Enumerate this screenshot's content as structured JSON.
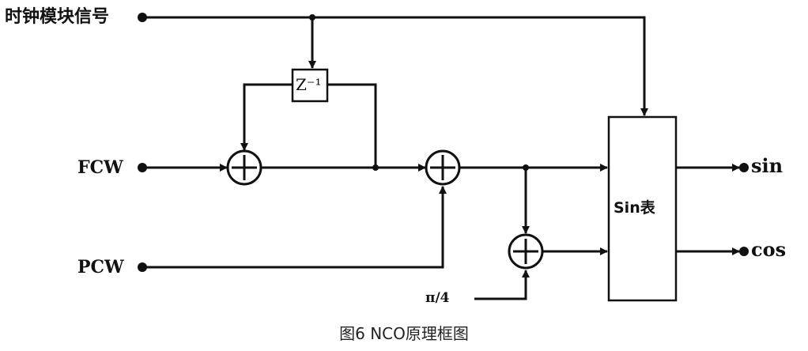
{
  "inputs": {
    "clock": "时钟模块信号",
    "fcw": "FCW",
    "pcw": "PCW",
    "pi4": "π/4"
  },
  "blocks": {
    "delay": "Z⁻¹",
    "sin_table": "Sin表"
  },
  "outputs": {
    "sin": "sin",
    "cos": "cos"
  },
  "caption": "图6 NCO原理框图"
}
